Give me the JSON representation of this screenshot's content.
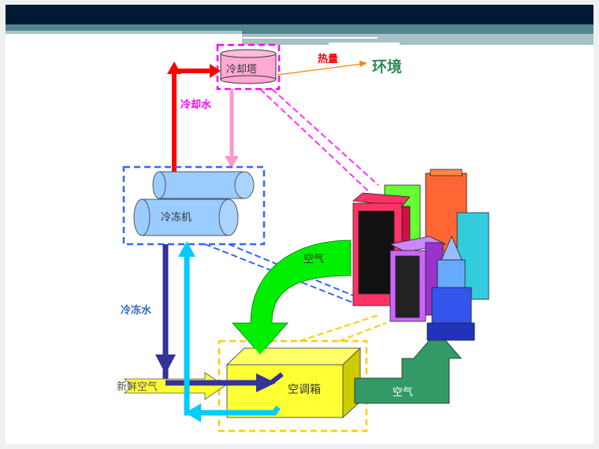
{
  "labels": {
    "cooling_tower": "冷却塔",
    "heat": "热量",
    "environment": "环境",
    "cooling_water": "冷却水",
    "chiller": "冷冻机",
    "chilled_water": "冷冻水",
    "fresh_air": "新鲜空气",
    "ahu": "空调箱",
    "air_supply": "空气",
    "air_return": "空气"
  },
  "colors": {
    "title_bar": "#001a33",
    "band": "#52858e",
    "cooling_tower": "#ffaad4",
    "cooling_water_out": "#ff0000",
    "cooling_water_in": "#ff99cc",
    "chilled_water_supply": "#333399",
    "chilled_water_return": "#00ccff",
    "ahu": "#ffff33",
    "air_green": "#00ee00",
    "air_dark_green": "#339966"
  }
}
